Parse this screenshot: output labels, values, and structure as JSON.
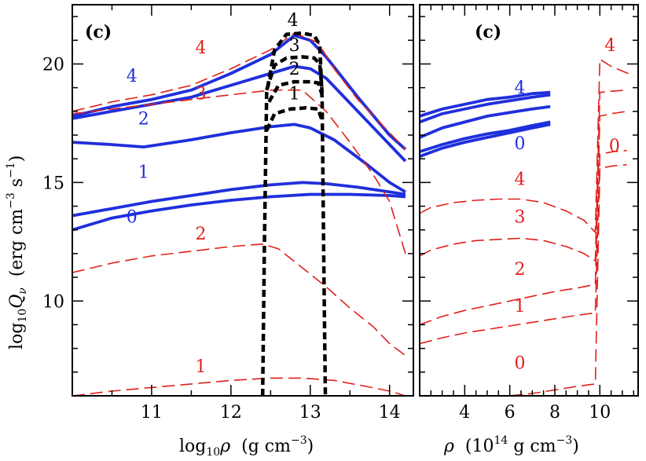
{
  "chart_data": [
    {
      "panel": "left",
      "type": "line",
      "panel_label": "(c)",
      "xlabel": {
        "prefix": "log",
        "sub": "10",
        "var": "ρ",
        "rest": "  (g cm",
        "sup": "−3",
        "close": ")"
      },
      "ylabel": {
        "prefix": "log",
        "sub": "10",
        "var": "Q",
        "varsub": "ν",
        "rest": "  (erg cm",
        "sup1": "−3",
        "mid": " s",
        "sup2": "−1",
        "close": ")"
      },
      "xlim": [
        10.0,
        14.3
      ],
      "ylim": [
        6.0,
        22.5
      ],
      "xticks": [
        11,
        12,
        13,
        14
      ],
      "yticks": [
        10,
        15,
        20
      ],
      "colors": {
        "blue": "#1f2fdc",
        "red": "#e0201c",
        "black": "#000000"
      },
      "series": [
        {
          "color": "blue",
          "style": "solid",
          "x": [
            10.0,
            10.5,
            11.0,
            11.5,
            12.0,
            12.5,
            12.8,
            13.0,
            13.2,
            13.6,
            14.0,
            14.2
          ],
          "y": [
            17.8,
            18.2,
            18.5,
            18.9,
            19.6,
            20.4,
            21.2,
            21.0,
            20.3,
            18.6,
            17.0,
            16.4
          ]
        },
        {
          "color": "blue",
          "style": "solid",
          "x": [
            10.0,
            10.5,
            11.0,
            11.5,
            12.0,
            12.5,
            12.8,
            13.0,
            13.2,
            13.6,
            14.0,
            14.2
          ],
          "y": [
            17.7,
            18.0,
            18.3,
            18.6,
            19.1,
            19.6,
            19.9,
            19.8,
            19.4,
            18.0,
            16.6,
            15.9
          ]
        },
        {
          "color": "blue",
          "style": "solid",
          "x": [
            10.0,
            10.5,
            10.9,
            11.5,
            12.0,
            12.5,
            12.8,
            13.0,
            13.3,
            13.7,
            14.0,
            14.2
          ],
          "y": [
            16.7,
            16.6,
            16.5,
            16.8,
            17.1,
            17.35,
            17.45,
            17.3,
            16.8,
            15.8,
            15.0,
            14.6
          ]
        },
        {
          "color": "blue",
          "style": "solid",
          "x": [
            10.0,
            10.5,
            11.0,
            11.5,
            12.0,
            12.5,
            12.9,
            13.2,
            13.6,
            14.0,
            14.2
          ],
          "y": [
            13.6,
            13.9,
            14.2,
            14.45,
            14.7,
            14.9,
            15.0,
            14.95,
            14.8,
            14.6,
            14.5
          ]
        },
        {
          "color": "blue",
          "style": "solid",
          "x": [
            10.0,
            10.5,
            11.0,
            11.5,
            12.0,
            12.5,
            13.0,
            13.5,
            14.0,
            14.2
          ],
          "y": [
            13.0,
            13.5,
            13.8,
            14.05,
            14.25,
            14.4,
            14.5,
            14.5,
            14.45,
            14.4
          ]
        },
        {
          "color": "red",
          "style": "dashed",
          "x": [
            10.0,
            10.5,
            11.0,
            11.5,
            12.0,
            12.5,
            12.8,
            13.1,
            13.3,
            13.6,
            14.0,
            14.2
          ],
          "y": [
            18.0,
            18.4,
            18.7,
            19.1,
            19.8,
            20.6,
            21.3,
            20.9,
            19.8,
            18.5,
            17.1,
            16.4
          ]
        },
        {
          "color": "red",
          "style": "dashed",
          "x": [
            10.0,
            10.5,
            11.0,
            11.5,
            12.0,
            12.5,
            12.9,
            13.2,
            13.5,
            13.8,
            14.0,
            14.2
          ],
          "y": [
            17.9,
            18.1,
            18.3,
            18.5,
            18.7,
            18.9,
            18.9,
            18.0,
            16.7,
            15.3,
            14.2,
            12.0
          ]
        },
        {
          "color": "red",
          "style": "dashed",
          "x": [
            10.0,
            10.5,
            11.0,
            11.5,
            12.0,
            12.4,
            12.6,
            12.9,
            13.2,
            13.5,
            13.8,
            14.0,
            14.2
          ],
          "y": [
            11.2,
            11.6,
            11.9,
            12.1,
            12.3,
            12.4,
            12.2,
            11.4,
            10.6,
            9.7,
            8.9,
            8.2,
            7.7
          ]
        },
        {
          "color": "red",
          "style": "dashed",
          "x": [
            10.0,
            10.5,
            11.0,
            11.5,
            12.0,
            12.5,
            12.9,
            13.3,
            13.7,
            14.0,
            14.2
          ],
          "y": [
            6.0,
            6.2,
            6.35,
            6.5,
            6.65,
            6.75,
            6.75,
            6.65,
            6.4,
            6.2,
            6.0
          ]
        },
        {
          "color": "black",
          "style": "dashed",
          "thick": true,
          "x": [
            12.4,
            12.42,
            12.45,
            12.55,
            12.7,
            12.9,
            13.05,
            13.12,
            13.15,
            13.17,
            13.19
          ],
          "y": [
            6.0,
            12.0,
            18.8,
            20.6,
            21.25,
            21.3,
            21.2,
            20.8,
            18.5,
            12.0,
            6.0
          ]
        },
        {
          "color": "black",
          "style": "dashed",
          "thick": true,
          "x": [
            12.45,
            12.55,
            12.7,
            12.9,
            13.05,
            13.12,
            13.15
          ],
          "y": [
            18.9,
            19.95,
            20.25,
            20.3,
            20.25,
            20.0,
            18.8
          ]
        },
        {
          "color": "black",
          "style": "dashed",
          "thick": true,
          "x": [
            12.48,
            12.6,
            12.8,
            13.0,
            13.1,
            13.15
          ],
          "y": [
            18.4,
            19.1,
            19.25,
            19.25,
            19.2,
            18.7
          ]
        },
        {
          "color": "black",
          "style": "dashed",
          "thick": true,
          "x": [
            12.45,
            12.55,
            12.75,
            12.95,
            13.1,
            13.15
          ],
          "y": [
            17.2,
            17.9,
            18.1,
            18.15,
            18.1,
            17.6
          ]
        }
      ],
      "annotations": [
        {
          "text": "4",
          "color": "blue",
          "x": 10.75,
          "y": 19.25
        },
        {
          "text": "2",
          "color": "blue",
          "x": 10.9,
          "y": 17.45
        },
        {
          "text": "1",
          "color": "blue",
          "x": 10.9,
          "y": 15.2
        },
        {
          "text": "0",
          "color": "blue",
          "x": 10.75,
          "y": 13.3
        },
        {
          "text": "4",
          "color": "red",
          "x": 11.62,
          "y": 20.45
        },
        {
          "text": "3",
          "color": "red",
          "x": 11.62,
          "y": 18.5
        },
        {
          "text": "2",
          "color": "red",
          "x": 11.62,
          "y": 12.6
        },
        {
          "text": "1",
          "color": "red",
          "x": 11.62,
          "y": 7.0
        },
        {
          "text": "4",
          "color": "black",
          "x": 12.78,
          "y": 21.6
        },
        {
          "text": "3",
          "color": "black",
          "x": 12.8,
          "y": 20.55
        },
        {
          "text": "2",
          "color": "black",
          "x": 12.8,
          "y": 19.55
        },
        {
          "text": "1",
          "color": "black",
          "x": 12.8,
          "y": 18.5
        }
      ]
    },
    {
      "panel": "right",
      "type": "line",
      "panel_label": "(c)",
      "xlabel": {
        "var": "ρ",
        "rest": "  (10",
        "sup": "14",
        "close": " g cm",
        "sup2": "−3",
        "end": ")"
      },
      "xlim": [
        2.0,
        11.7
      ],
      "ylim": [
        6.0,
        22.5
      ],
      "xticks": [
        4,
        6,
        8,
        10
      ],
      "yticks": [
        10,
        15,
        20
      ],
      "colors": {
        "blue": "#1f2fdc",
        "red": "#e0201c"
      },
      "series": [
        {
          "color": "blue",
          "style": "solid",
          "x": [
            2.0,
            3.0,
            4.0,
            5.0,
            6.0,
            7.0,
            7.8
          ],
          "y": [
            17.8,
            18.1,
            18.3,
            18.5,
            18.6,
            18.75,
            18.8
          ]
        },
        {
          "color": "blue",
          "style": "solid",
          "x": [
            2.0,
            3.0,
            4.0,
            5.0,
            6.0,
            7.0,
            7.8
          ],
          "y": [
            17.55,
            17.9,
            18.1,
            18.3,
            18.45,
            18.6,
            18.7
          ]
        },
        {
          "color": "blue",
          "style": "solid",
          "x": [
            2.0,
            3.0,
            4.0,
            5.0,
            6.0,
            7.0,
            7.8
          ],
          "y": [
            16.9,
            17.3,
            17.55,
            17.8,
            17.95,
            18.1,
            18.2
          ]
        },
        {
          "color": "blue",
          "style": "solid",
          "x": [
            2.0,
            3.0,
            4.0,
            5.0,
            6.0,
            7.0,
            7.8
          ],
          "y": [
            16.3,
            16.6,
            16.85,
            17.05,
            17.2,
            17.4,
            17.55
          ]
        },
        {
          "color": "blue",
          "style": "solid",
          "x": [
            2.0,
            3.0,
            4.0,
            5.0,
            6.0,
            7.0,
            7.8
          ],
          "y": [
            16.1,
            16.45,
            16.7,
            16.9,
            17.1,
            17.3,
            17.45
          ]
        },
        {
          "color": "red",
          "style": "dashed",
          "x": [
            2.0,
            2.5,
            3.5,
            4.5,
            5.5,
            6.5,
            7.5,
            8.5,
            9.3,
            9.8,
            10.0,
            10.5,
            11.0,
            11.5
          ],
          "y": [
            13.7,
            13.95,
            14.15,
            14.25,
            14.3,
            14.3,
            14.15,
            13.8,
            13.4,
            12.9,
            20.2,
            19.9,
            19.7,
            19.5
          ]
        },
        {
          "color": "red",
          "style": "dashed",
          "x": [
            2.0,
            2.5,
            3.5,
            4.5,
            5.5,
            6.5,
            7.5,
            8.5,
            9.3,
            9.8,
            10.0,
            10.5,
            11.2
          ],
          "y": [
            11.9,
            12.15,
            12.4,
            12.55,
            12.6,
            12.65,
            12.55,
            12.3,
            12.0,
            11.7,
            18.8,
            18.85,
            18.9
          ]
        },
        {
          "color": "red",
          "style": "dashed",
          "x": [
            2.0,
            3.0,
            4.0,
            5.0,
            6.0,
            7.0,
            8.0,
            9.0,
            9.8,
            10.0,
            10.5,
            11.2
          ],
          "y": [
            9.0,
            9.35,
            9.6,
            9.8,
            10.0,
            10.2,
            10.4,
            10.55,
            10.7,
            17.8,
            17.9,
            18.0
          ]
        },
        {
          "color": "red",
          "style": "dashed",
          "x": [
            2.0,
            3.0,
            4.0,
            5.0,
            6.0,
            7.0,
            8.0,
            9.0,
            9.8,
            10.0,
            10.6,
            11.2
          ],
          "y": [
            8.2,
            8.45,
            8.65,
            8.8,
            8.95,
            9.1,
            9.25,
            9.4,
            9.5,
            16.2,
            16.3,
            16.35
          ]
        },
        {
          "color": "red",
          "style": "dashed",
          "x": [
            2.0,
            3.0,
            4.0,
            5.0,
            6.0,
            7.0,
            8.0,
            9.0,
            9.8,
            10.0,
            10.6,
            11.2
          ],
          "y": [
            6.0,
            6.0,
            6.0,
            6.0,
            6.0,
            6.1,
            6.25,
            6.4,
            6.5,
            15.6,
            15.7,
            15.75
          ]
        }
      ],
      "annotations": [
        {
          "text": "4",
          "color": "blue",
          "x": 6.45,
          "y": 18.75
        },
        {
          "text": "0",
          "color": "blue",
          "x": 6.45,
          "y": 16.4
        },
        {
          "text": "4",
          "color": "red",
          "x": 10.45,
          "y": 20.55
        },
        {
          "text": "0",
          "color": "red",
          "x": 10.65,
          "y": 16.3
        },
        {
          "text": "4",
          "color": "red",
          "x": 6.45,
          "y": 14.9
        },
        {
          "text": "3",
          "color": "red",
          "x": 6.45,
          "y": 13.3
        },
        {
          "text": "2",
          "color": "red",
          "x": 6.45,
          "y": 11.1
        },
        {
          "text": "1",
          "color": "red",
          "x": 6.45,
          "y": 9.55
        },
        {
          "text": "0",
          "color": "red",
          "x": 6.45,
          "y": 7.15
        }
      ]
    }
  ]
}
